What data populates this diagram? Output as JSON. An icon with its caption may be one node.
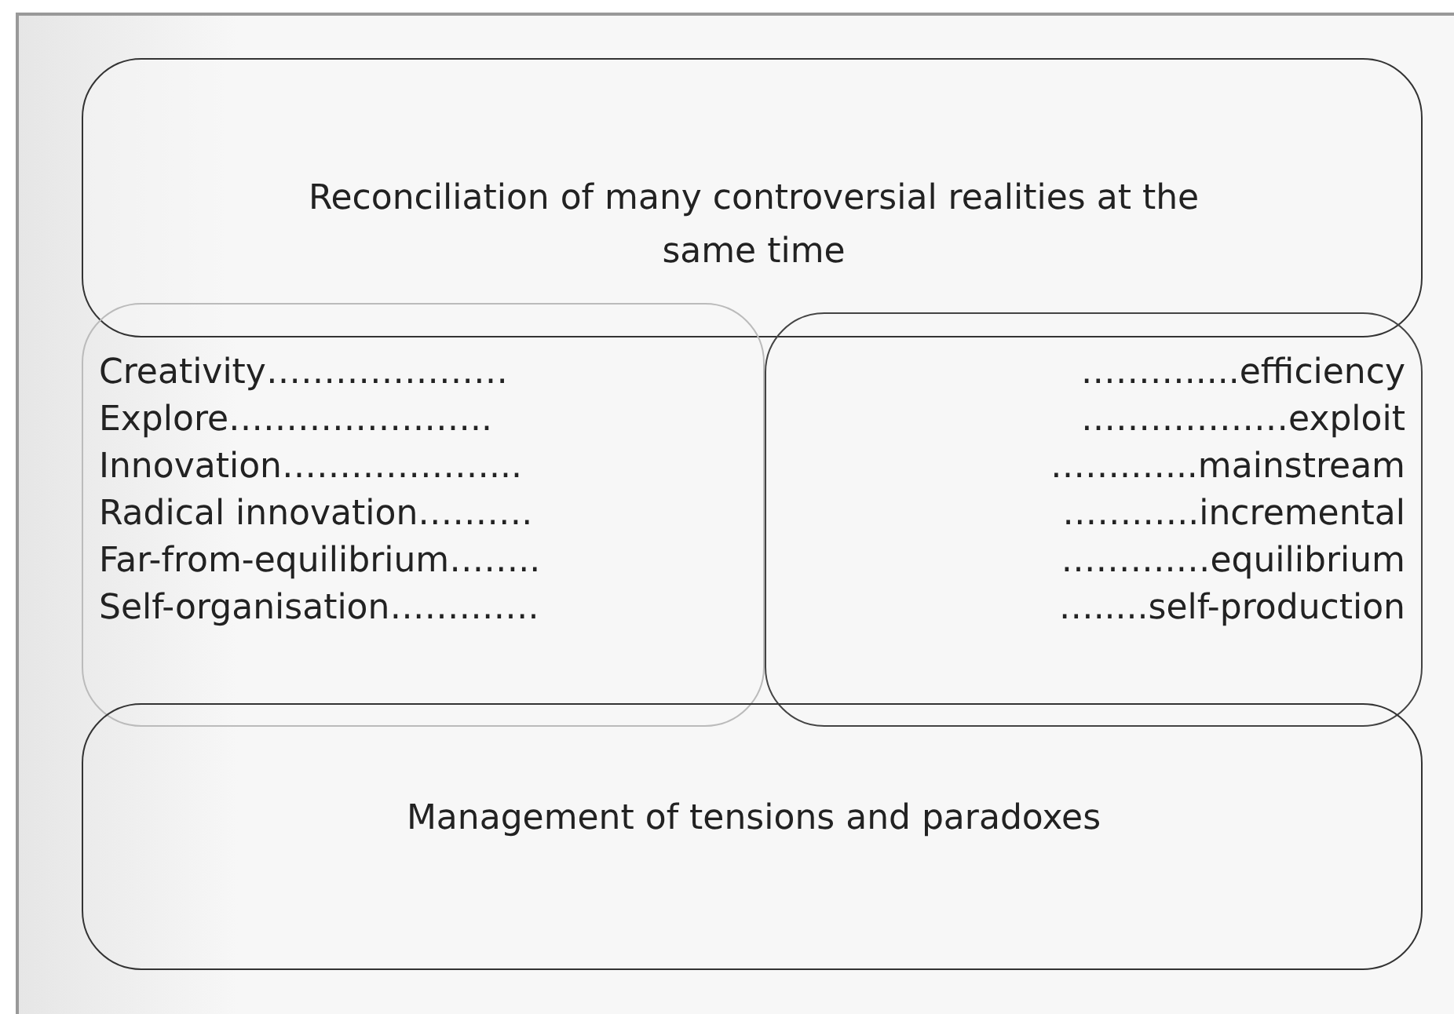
{
  "diagram": {
    "nodes": [
      {
        "text": [
          "Reconciliation of many controversial realities at the same time"
        ]
      },
      {
        "text": [
          "Creativity…………………",
          "Explore…………………..",
          "Innovation………………...",
          "Radical innovation……….",
          "Far-from-equilibrium……..",
          "Self-organisation…………."
        ]
      },
      {
        "text": [
          "……….....efficiency",
          "………………exploit",
          "…….…...mainstream",
          "…….…..incremental",
          "……….…equilibrium",
          "….....self-production"
        ]
      },
      {
        "text": [
          "Management of tensions and paradoxes"
        ]
      }
    ]
  }
}
